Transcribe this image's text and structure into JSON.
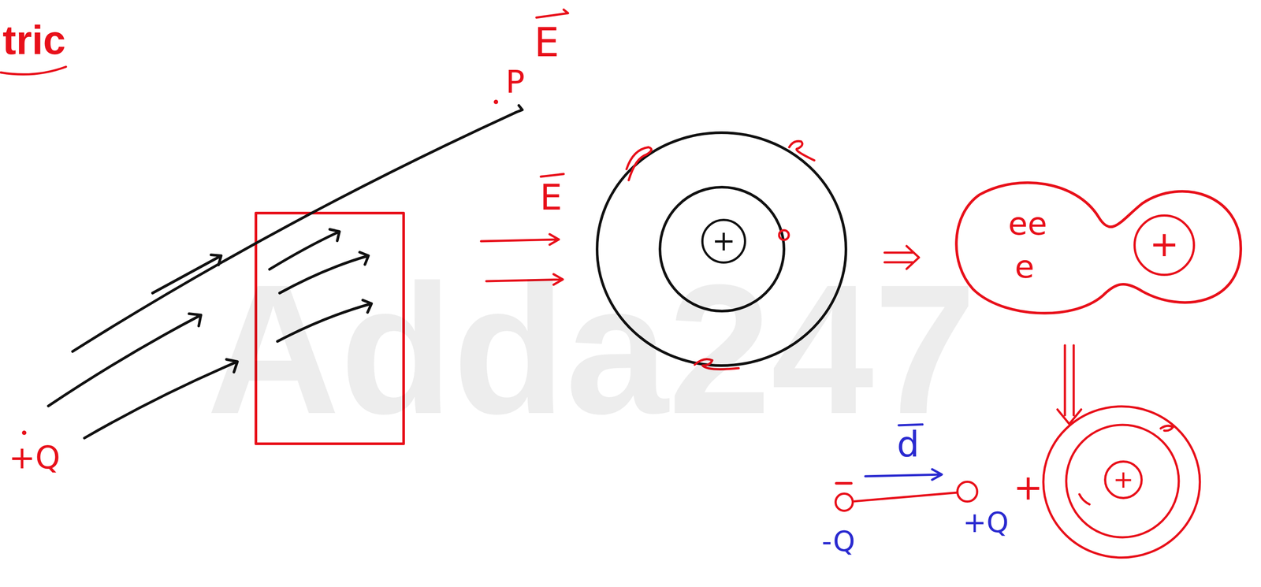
{
  "diagram": {
    "title": "tric",
    "nodes": [
      {
        "text": [
          "+"
        ]
      },
      {
        "text": [
          "ee",
          "e"
        ]
      },
      {
        "text": [
          "+"
        ],
        "in": 1
      },
      {
        "text": [
          "-Q"
        ]
      },
      {
        "text": [
          "+Q"
        ]
      },
      {
        "text": [
          "+"
        ]
      }
    ],
    "edges": [
      {
        "from": 3,
        "to": 4,
        "arrow": "none"
      }
    ],
    "labels": [
      "E",
      "P",
      "E",
      "+Q",
      "d",
      "+",
      "Adda247"
    ]
  }
}
